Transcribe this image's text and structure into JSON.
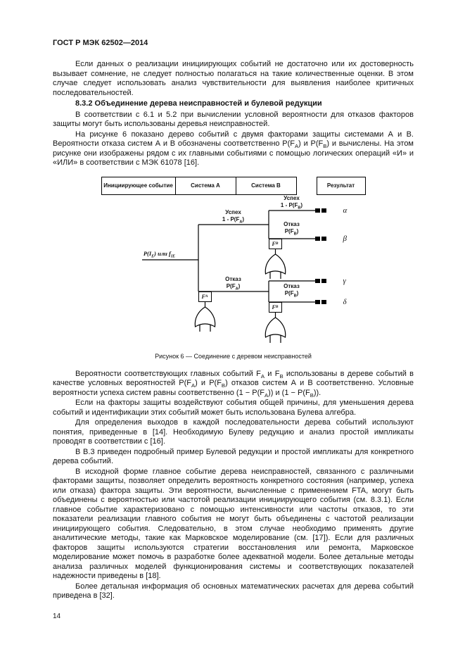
{
  "page": {
    "header": "ГОСТ Р МЭК  62502—2014",
    "number": "14"
  },
  "body": {
    "p1": "Если данных о реализации инициирующих событий не достаточно или их достоверность вызывает сомнение, не следует полностью полагаться на такие количественные оценки. В этом случае следует использовать анализ чувствительности для выявления наиболее критичных последовательностей.",
    "section_heading": "8.3.2  Объединение дерева неисправностей и булевой редукции",
    "p2": "В соответствии с 6.1 и 5.2 при вычислении условной вероятности для отказов факторов защиты могут быть использованы деревья неисправностей.",
    "p3": "На рисунке 6 показано дерево событий с двумя факторами защиты системами А и В. Вероятности отказа систем А и В обозначены соответственно P(F~А~) и P(F~В~) и вычислены. На этом рисунке они изображены рядом с их главными событиями с помощью логических операций «И» и «ИЛИ» в соответствии с МЭК 61078 [16].",
    "p4": "Вероятности соответствующих главных событий F~А~ и F~В~ использованы в дереве событий в качестве условных вероятностей P(F~А~) и P(F~В~) отказов систем А и В соответственно. Условные вероятности успеха систем равны соответственно (1 − P(F~А~)) и (1 − P(F~В~)).",
    "p5": "Если на факторы защиты воздействуют события общей причины, для уменьшения дерева событий и идентификации этих событий может быть использована Булева алгебра.",
    "p6": "Для определения выходов в каждой последовательности дерева событий используют понятия, приведенные в [14]. Необходимую Булеву редукцию и анализ простой импликаты проводят в соответствии с [16].",
    "p7": "В В.3 приведен подробный пример Булевой редукции и простой импликаты для конкретного дерева событий.",
    "p8": "В исходной форме главное событие дерева неисправностей, связанного с различными факторами защиты, позволяет определить вероятность конкретного состояния (например, успеха или отказа) фактора защиты. Эти вероятности, вычисленные с применением FTA, могут быть объединены с вероятностью или частотой реализации инициирующего события (см. 8.3.1). Если главное событие характеризовано с помощью интенсивности или частоты отказов, то эти показатели реализации главного события не могут быть объединены с частотой реализации инициирующего события. Следовательно, в этом случае необходимо применять другие аналитические методы, такие как Марковское моделирование (см. [17]). Если для различных факторов защиты используются стратегии восстановления или ремонта, Марковское моделирование может помочь в разработке более адекватной модели. Более детальные методы анализа различных моделей функционирования системы и соответствующих показателей надежности приведены в [18].",
    "p9": "Более детальная информация об основных математических расчетах для дерева событий приведена в [32]."
  },
  "figure": {
    "columns": [
      "Инициирующее событие",
      "Система А",
      "Система В",
      "Результат"
    ],
    "labels": {
      "initiating": "P(I~Е~) или f~IЕ~",
      "success_a": "Успех\n1 - P(F~А~)",
      "failure_a": "Отказ\nP(F~А~)",
      "success_b": "Успех\n1 - P(F~В~)",
      "failure_b": "Отказ\nP(F~В~)",
      "gate_a": "F~А~",
      "gate_b": "F~В~"
    },
    "outputs": [
      "α",
      "β",
      "γ",
      "δ"
    ],
    "caption": "Рисунок 6 — Соединение с деревом неисправностей"
  }
}
